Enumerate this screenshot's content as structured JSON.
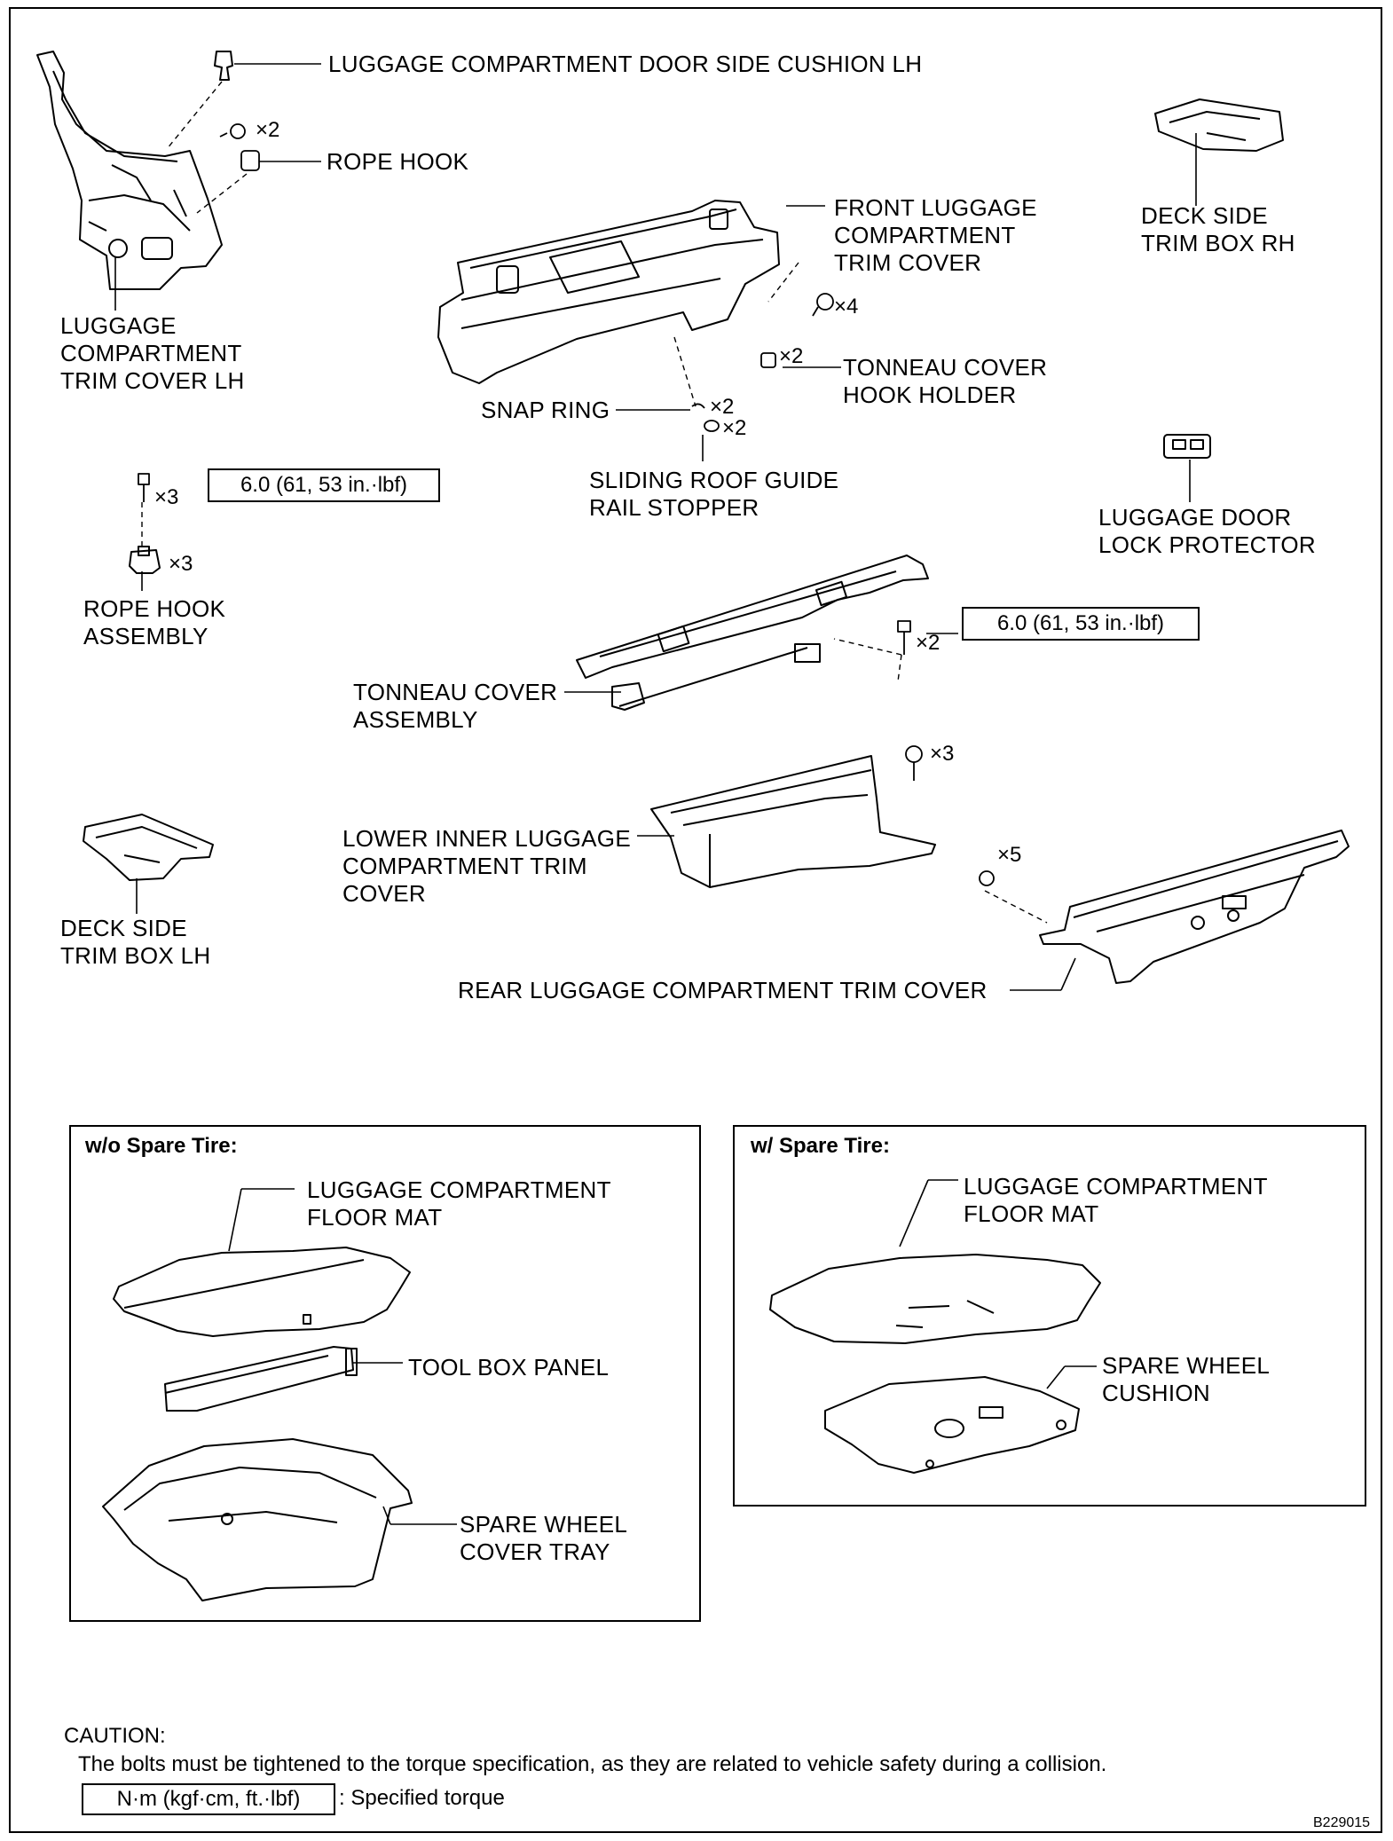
{
  "labels": {
    "door_side_cushion": "LUGGAGE COMPARTMENT DOOR SIDE CUSHION LH",
    "rope_hook": "ROPE HOOK",
    "front_trim": "FRONT LUGGAGE\nCOMPARTMENT\nTRIM COVER",
    "deck_box_rh": "DECK SIDE\nTRIM BOX RH",
    "trim_cover_lh": "LUGGAGE\nCOMPARTMENT\nTRIM COVER LH",
    "tonneau_hook_holder": "TONNEAU COVER\nHOOK HOLDER",
    "snap_ring": "SNAP RING",
    "guide_rail_stopper": "SLIDING ROOF GUIDE\nRAIL STOPPER",
    "door_lock_protector": "LUGGAGE DOOR\nLOCK PROTECTOR",
    "rope_hook_assembly": "ROPE HOOK\nASSEMBLY",
    "tonneau_cover_assembly": "TONNEAU COVER\nASSEMBLY",
    "lower_inner_trim": "LOWER INNER LUGGAGE\nCOMPARTMENT TRIM\nCOVER",
    "deck_box_lh": "DECK SIDE\nTRIM BOX LH",
    "rear_trim": "REAR LUGGAGE COMPARTMENT TRIM COVER"
  },
  "quantities": {
    "q_x2_clip": "×2",
    "q_x4": "×4",
    "q_x2_hook": "×2",
    "q_x2_snap": "×2",
    "q_x2_stopper": "×2",
    "q_x3_bolt": "×3",
    "q_x3_hook": "×3",
    "q_x2_bolt": "×2",
    "q_x3_clip": "×3",
    "q_x5": "×5"
  },
  "torques": {
    "rope_hook_torque": "6.0 (61, 53 in.·lbf)",
    "tonneau_torque": "6.0 (61, 53 in.·lbf)"
  },
  "variant_boxes": {
    "without_spare": {
      "title": "w/o Spare Tire:",
      "floor_mat": "LUGGAGE COMPARTMENT\nFLOOR MAT",
      "tool_box_panel": "TOOL BOX PANEL",
      "spare_wheel_cover_tray": "SPARE WHEEL\nCOVER TRAY"
    },
    "with_spare": {
      "title": "w/ Spare Tire:",
      "floor_mat": "LUGGAGE COMPARTMENT\nFLOOR MAT",
      "spare_wheel_cushion": "SPARE WHEEL\nCUSHION"
    }
  },
  "caution": {
    "heading": "CAUTION:",
    "text": "The bolts must be tightened to the torque specification, as they are related to vehicle safety during a collision.",
    "legend_box": "N·m (kgf·cm, ft.·lbf)",
    "legend_text": ": Specified torque"
  },
  "figure_code": "B229015"
}
